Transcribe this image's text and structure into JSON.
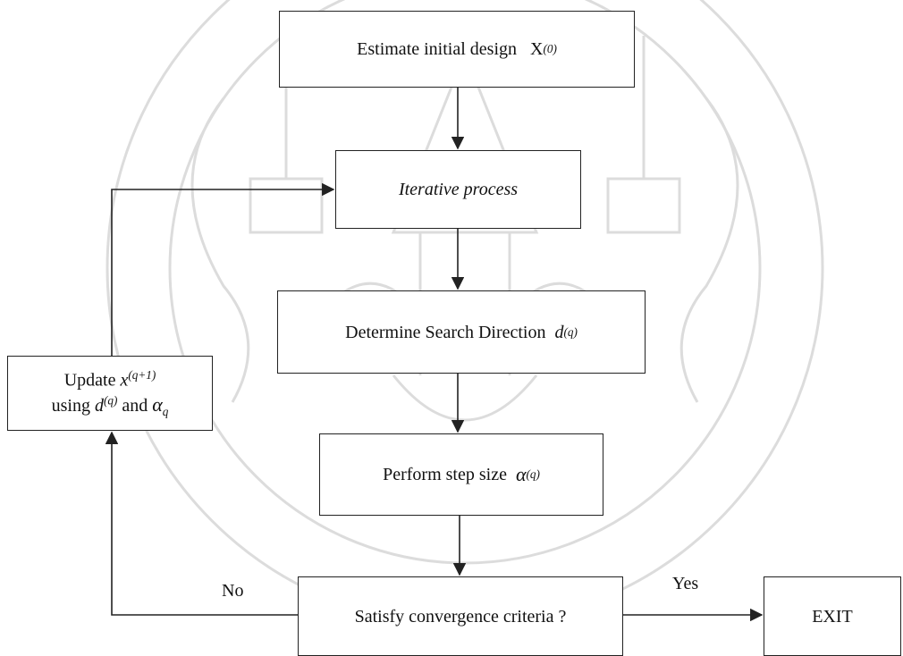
{
  "nodes": {
    "initial": {
      "label": "Estimate initial design",
      "var": "X",
      "sup": "(0)"
    },
    "iterative": {
      "label": "Iterative process"
    },
    "direction": {
      "label": "Determine Search Direction",
      "var": "d",
      "sub": "(q)"
    },
    "step": {
      "label": "Perform step size",
      "greek": "α",
      "sub": "(q)"
    },
    "convergence": {
      "label": "Satisfy convergence criteria ?"
    },
    "exit": {
      "label": "EXIT"
    },
    "update": {
      "line1_text": "Update",
      "line1_var": "x",
      "line1_sup": "(q+1)",
      "line2_using": "using",
      "line2_var": "d",
      "line2_sup": "(q)",
      "line2_and": "and",
      "line2_greek": "α",
      "line2_sub": "q"
    }
  },
  "edges": {
    "no_label": "No",
    "yes_label": "Yes"
  },
  "colors": {
    "line": "#222222",
    "watermark": "#d9d9d9"
  }
}
